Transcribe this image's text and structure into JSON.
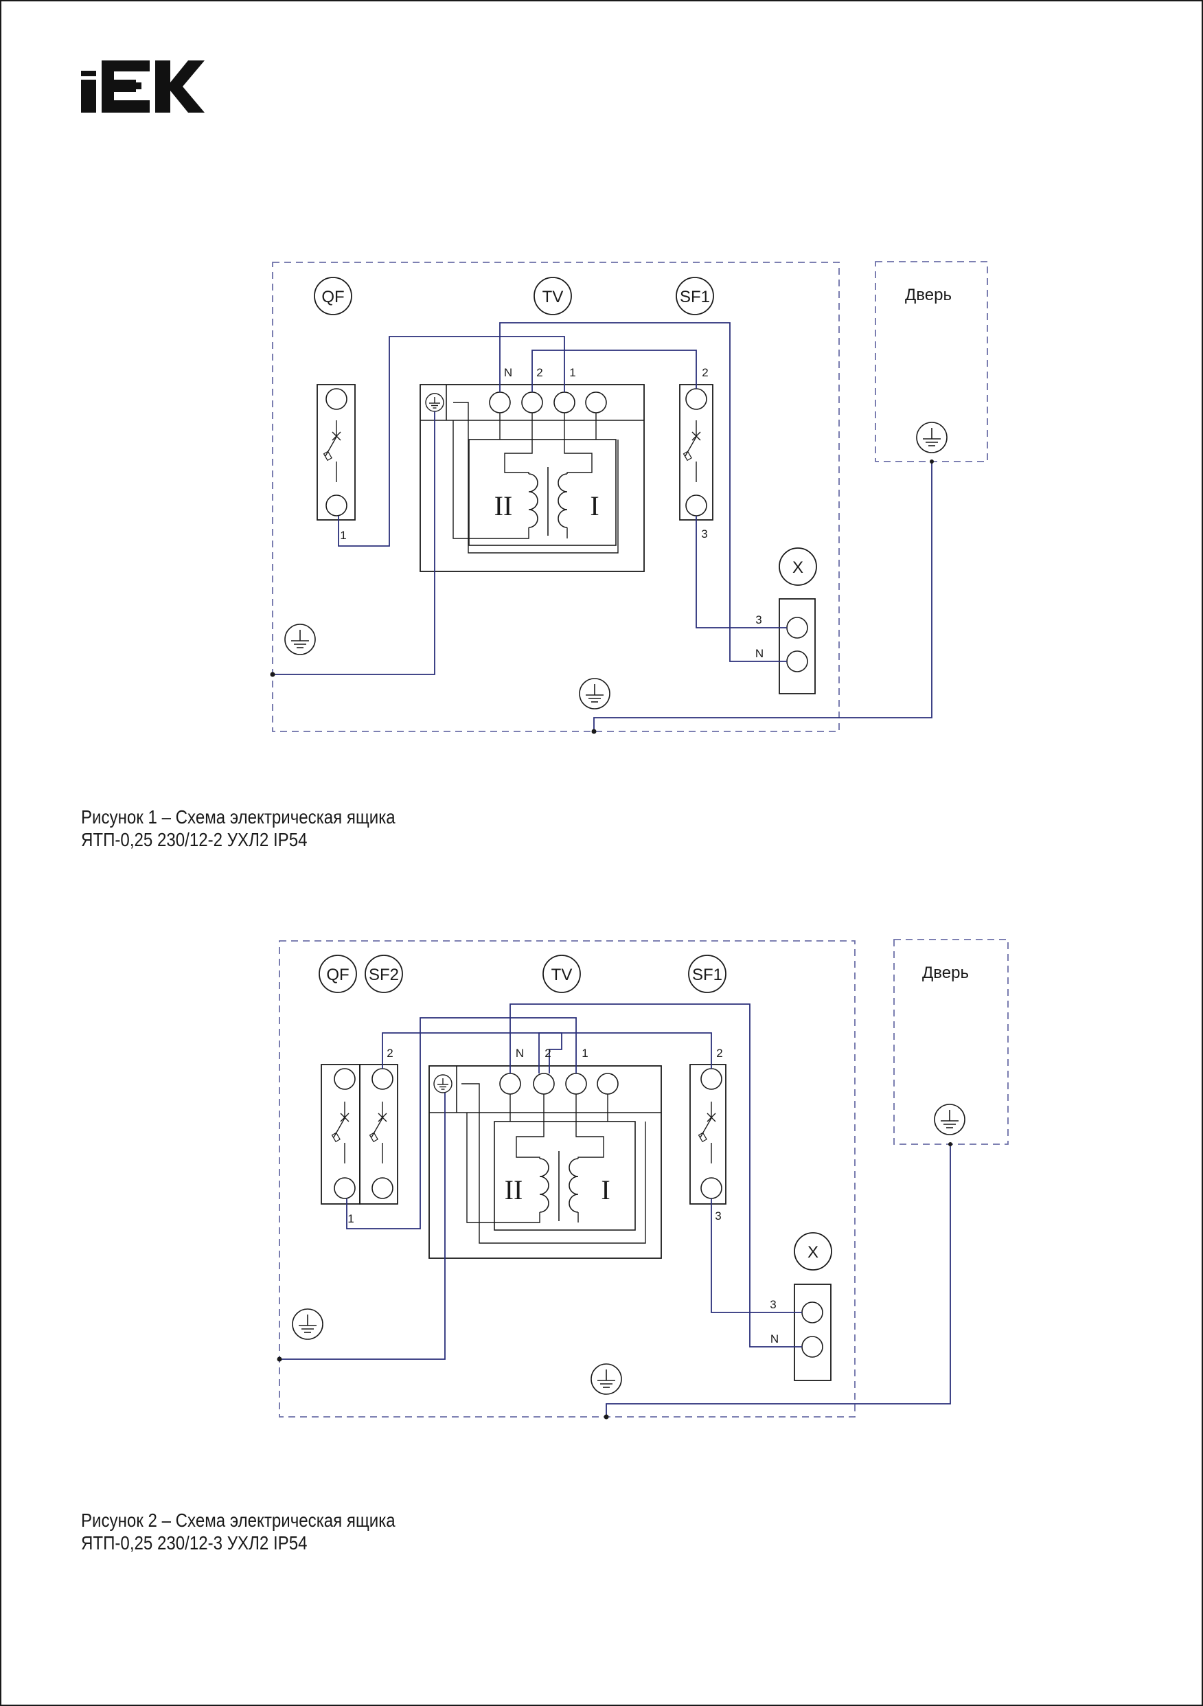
{
  "brand": {
    "logo_text": "IEK"
  },
  "colors": {
    "wire": "#2a2f7a",
    "dash": "#6b6fa8",
    "ink": "#1a1a1a"
  },
  "figure1": {
    "labels": {
      "qf": "QF",
      "tv": "TV",
      "sf1": "SF1",
      "x": "X",
      "door": "Дверь",
      "pin_n": "N",
      "pin_2": "2",
      "pin_1": "1",
      "pin_sf_2": "2",
      "pin_sf_3": "3",
      "pin_qf_1": "1",
      "pin_x_3": "3",
      "pin_x_n": "N",
      "winding_2": "II",
      "winding_1": "I"
    },
    "caption_line1": "Рисунок 1 – Схема электрическая ящика",
    "caption_line2": "ЯТП-0,25 230/12-2 УХЛ2 IP54"
  },
  "figure2": {
    "labels": {
      "qf": "QF",
      "sf2": "SF2",
      "tv": "TV",
      "sf1": "SF1",
      "x": "X",
      "door": "Дверь",
      "pin_n": "N",
      "pin_2": "2",
      "pin_1": "1",
      "pin_sf2_2": "2",
      "pin_sf_2": "2",
      "pin_sf_3": "3",
      "pin_qf_1": "1",
      "pin_x_3": "3",
      "pin_x_n": "N",
      "winding_2": "II",
      "winding_1": "I"
    },
    "caption_line1": "Рисунок 2 – Схема электрическая ящика",
    "caption_line2": "ЯТП-0,25 230/12-3 УХЛ2 IP54"
  }
}
